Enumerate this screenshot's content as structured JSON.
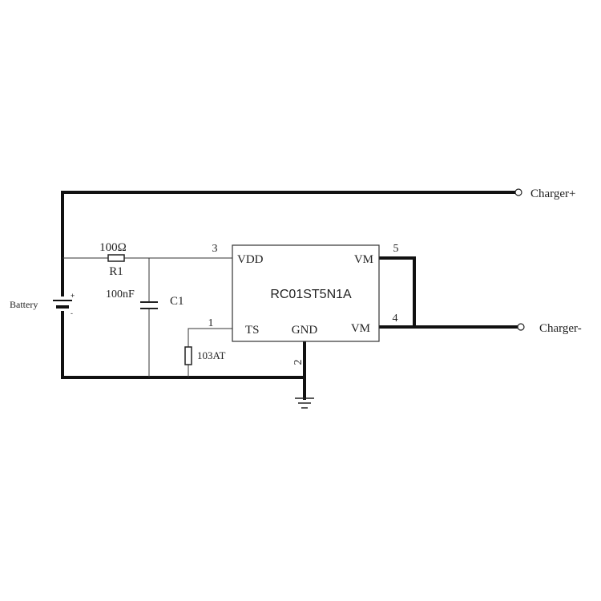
{
  "ic": {
    "name": "RC01ST5N1A",
    "pins": {
      "vdd": "VDD",
      "vm_top": "VM",
      "ts": "TS",
      "gnd": "GND",
      "vm_bottom": "VM"
    },
    "pin_numbers": {
      "vdd": "3",
      "vm_top": "5",
      "ts": "1",
      "gnd": "2",
      "vm_bottom": "4"
    }
  },
  "components": {
    "r1_value": "100Ω",
    "r1_label": "R1",
    "c1_value": "100nF",
    "c1_label": "C1",
    "thermistor_label": "103AT",
    "battery_label": "Battery",
    "battery_plus": "+",
    "battery_minus": "-"
  },
  "terminals": {
    "charger_plus": "Charger+",
    "charger_minus": "Charger-"
  }
}
